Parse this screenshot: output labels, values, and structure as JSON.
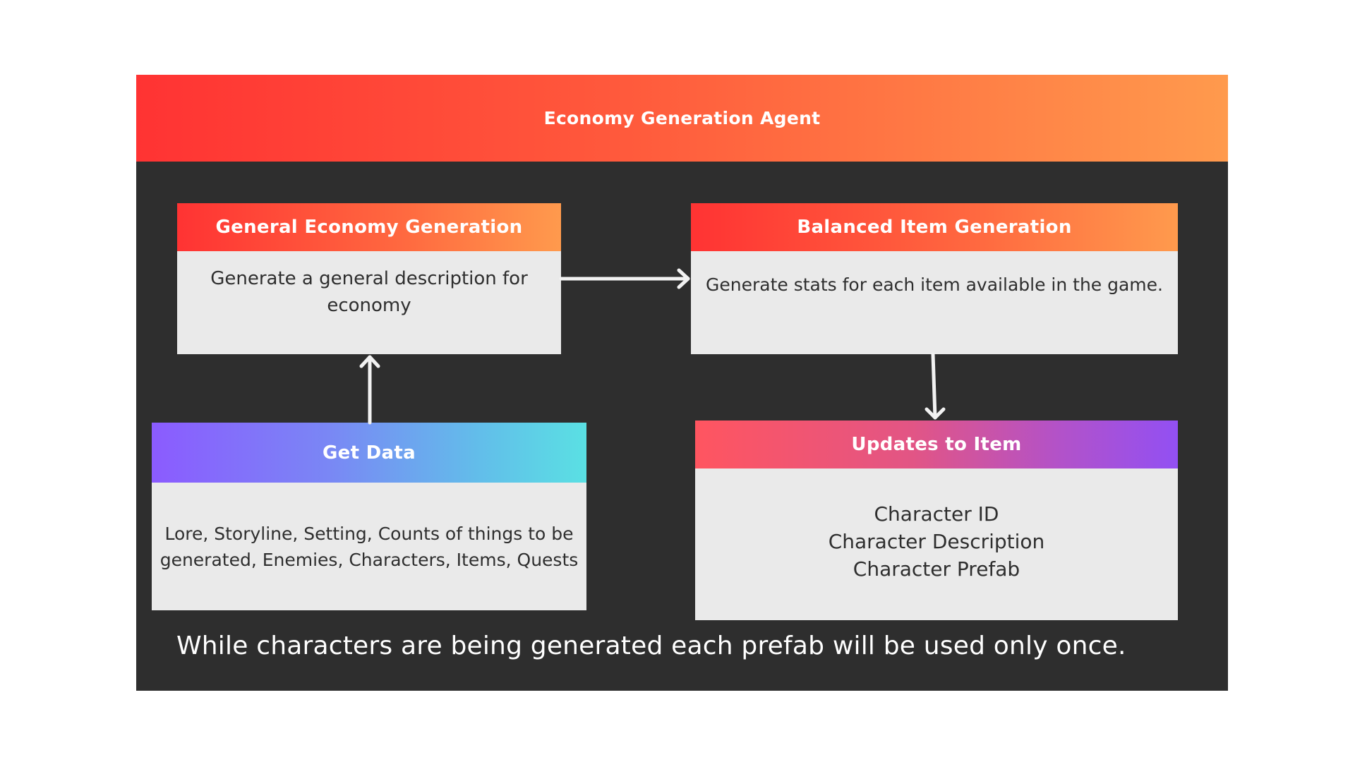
{
  "diagram": {
    "title": "Economy Generation Agent",
    "colors": {
      "frame_background": "#2e2e2e",
      "node_body": "#eaeaea",
      "header_gradient_warm": [
        "#ff3333",
        "#ff9a4d"
      ],
      "header_gradient_cool": [
        "#8b5bff",
        "#5ae0e3"
      ],
      "header_gradient_violet": [
        "#ff5560",
        "#9250f3"
      ],
      "connector": "#f2f2f2"
    },
    "nodes": {
      "general_economy": {
        "title": "General Economy Generation",
        "body_lines": [
          "Generate a general description for",
          "economy"
        ]
      },
      "balanced_item": {
        "title": "Balanced Item Generation",
        "body_lines": [
          "Generate stats for each item available in the game."
        ]
      },
      "get_data": {
        "title": "Get Data",
        "body_lines": [
          "Lore, Storyline, Setting, Counts of things to be",
          "generated, Enemies, Characters, Items, Quests"
        ]
      },
      "updates_to_item": {
        "title": "Updates to Item",
        "body_lines": [
          "Character ID",
          "Character Description",
          "Character Prefab"
        ]
      }
    },
    "edges": [
      {
        "from": "get_data",
        "to": "general_economy"
      },
      {
        "from": "general_economy",
        "to": "balanced_item"
      },
      {
        "from": "balanced_item",
        "to": "updates_to_item"
      }
    ],
    "footer_note": "While characters are being generated each prefab will be used only once."
  }
}
